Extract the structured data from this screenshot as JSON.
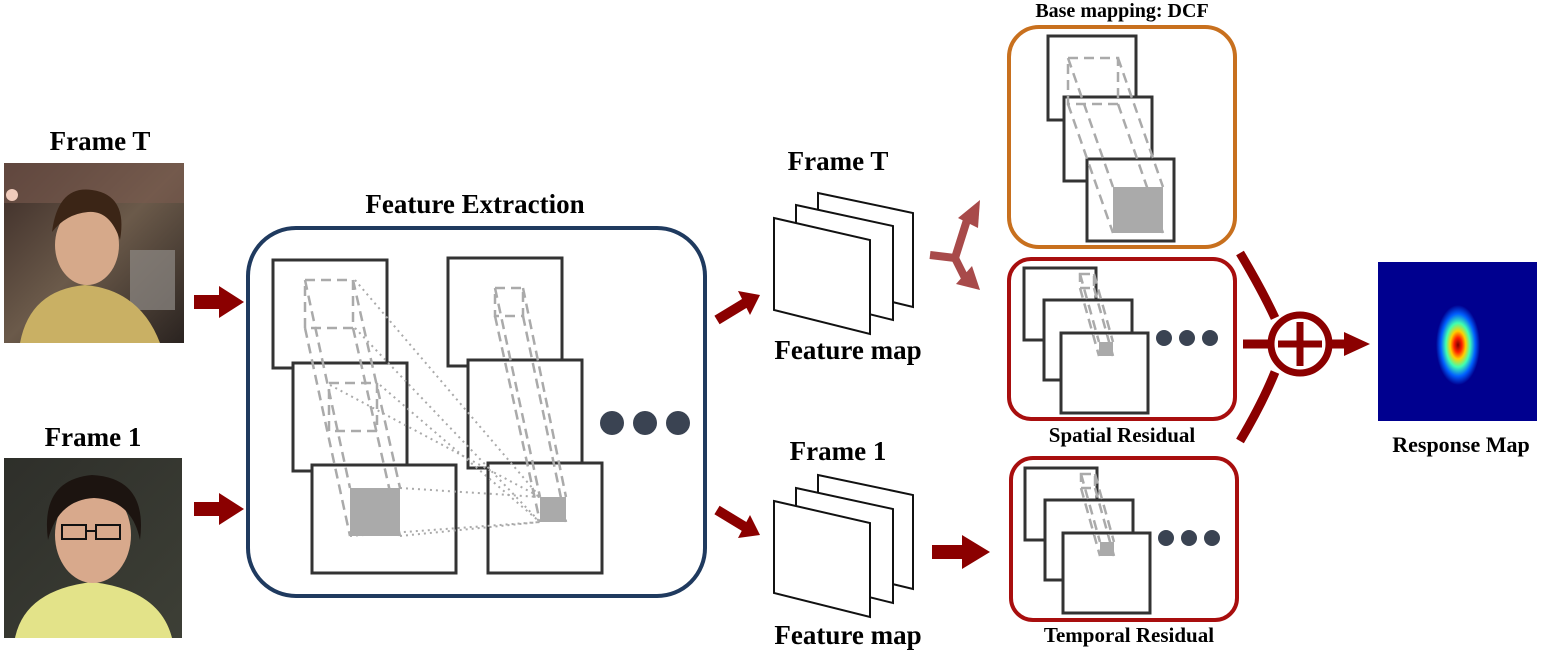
{
  "labels": {
    "frame_t_input": "Frame T",
    "frame_1_input": "Frame 1",
    "feature_extraction": "Feature Extraction",
    "frame_t_features": "Frame T",
    "frame_1_features": "Frame 1",
    "feature_map_top": "Feature map",
    "feature_map_bottom": "Feature map",
    "base_mapping": "Base mapping: DCF",
    "spatial_residual": "Spatial Residual",
    "temporal_residual": "Temporal Residual",
    "response_map": "Response Map"
  },
  "colors": {
    "arrow": "#8b0000",
    "feature_box": "#1f3a5f",
    "base_box": "#c8701e",
    "residual_box": "#a80e0e",
    "dots": "#3a4352",
    "heatmap_bg": "#00008f"
  }
}
